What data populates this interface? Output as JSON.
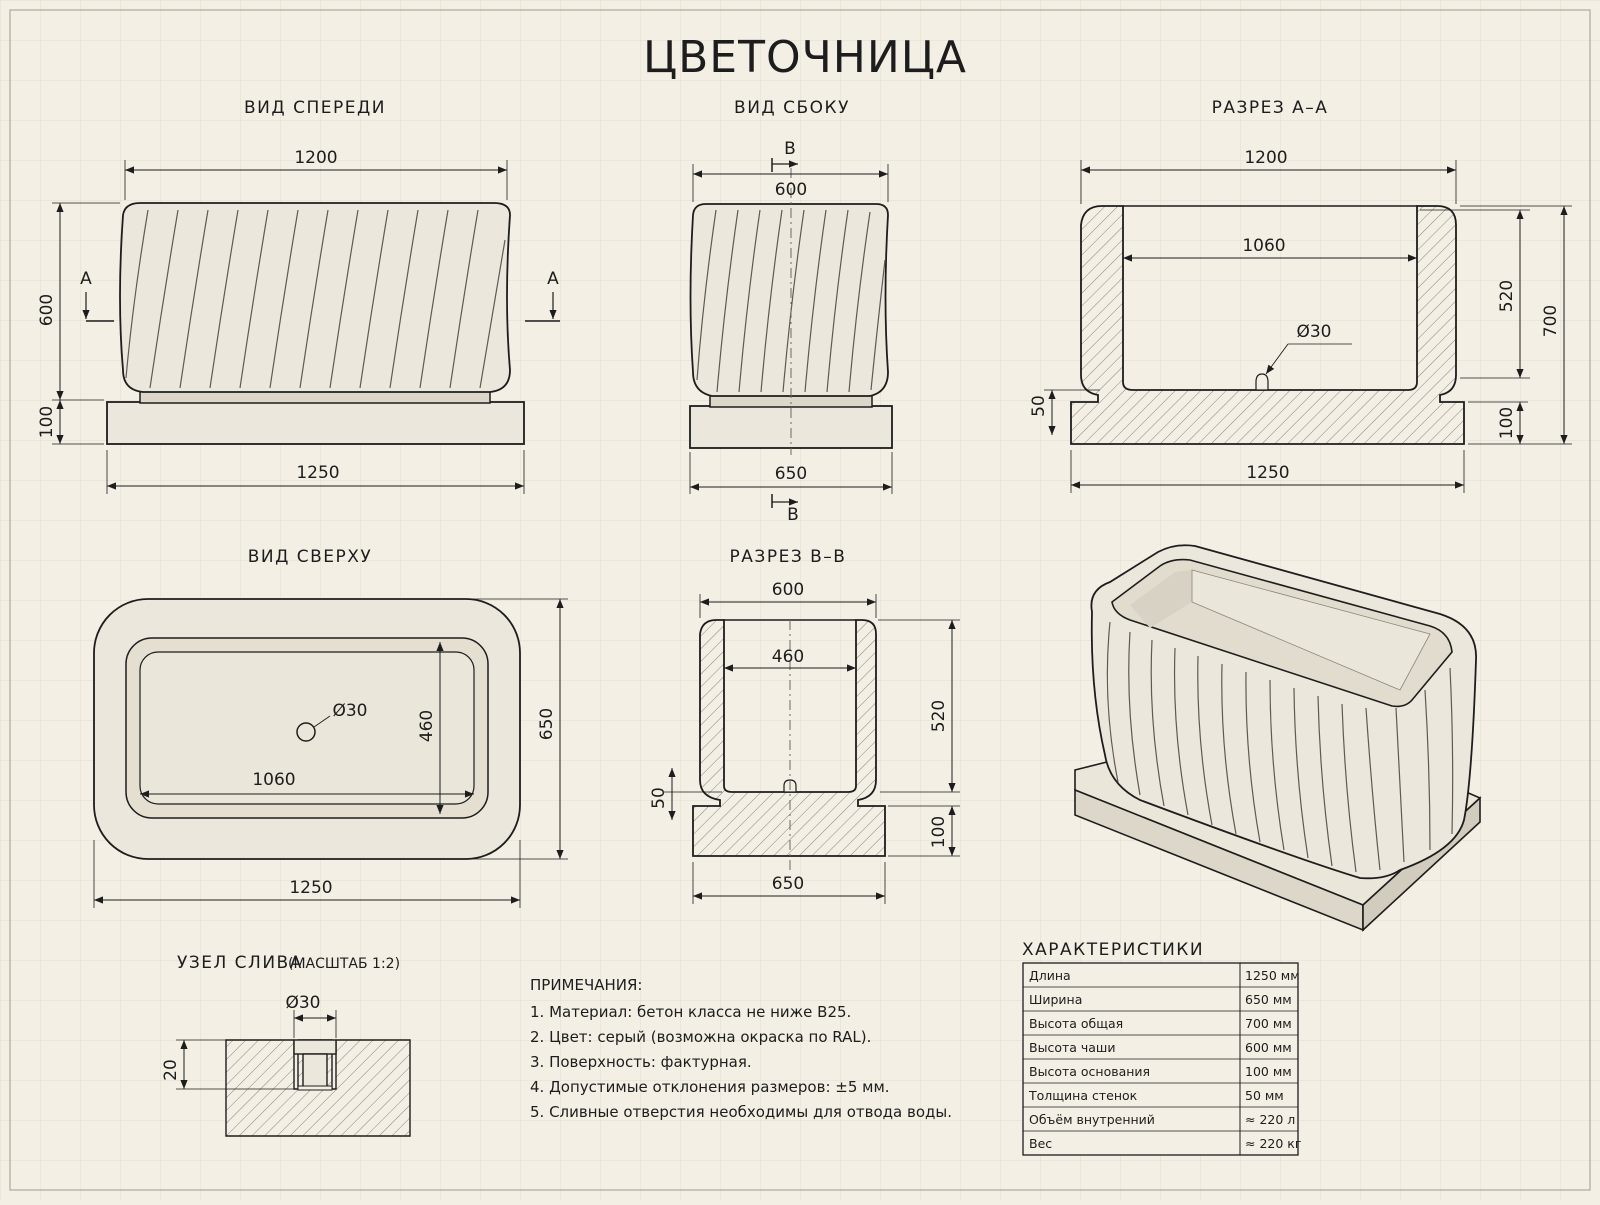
{
  "title": "ЦВЕТОЧНИЦА",
  "views": {
    "front": "ВИД СПЕРЕДИ",
    "side": "ВИД СБОКУ",
    "section_aa": "РАЗРЕЗ А–А",
    "top": "ВИД СВЕРХУ",
    "section_bb": "РАЗРЕЗ В–В"
  },
  "section_markers": {
    "a": "А",
    "b": "В"
  },
  "dims": {
    "front": {
      "width_top": "1200",
      "width_base": "1250",
      "bowl_height": "600",
      "base_height": "100"
    },
    "side": {
      "width_top": "600",
      "width_base": "650"
    },
    "section_aa": {
      "outer_top": "1200",
      "inner": "1060",
      "drain": "Ø30",
      "inner_depth": "520",
      "total_height": "700",
      "bottom": "50",
      "base": "100",
      "base_width": "1250"
    },
    "top": {
      "inner_length": "1060",
      "inner_width": "460",
      "outer_width": "650",
      "outer_length": "1250",
      "drain": "Ø30"
    },
    "section_bb": {
      "outer_top": "600",
      "inner": "460",
      "depth": "520",
      "bottom": "50",
      "base": "100",
      "base_width": "650"
    }
  },
  "drain_detail": {
    "title": "УЗЕЛ СЛИВА",
    "scale": "(МАСШТАБ 1:2)",
    "diameter": "Ø30",
    "depth": "20"
  },
  "notes": {
    "heading": "ПРИМЕЧАНИЯ:",
    "items": [
      "1. Материал: бетон класса не ниже В25.",
      "2. Цвет: серый (возможна окраска по RAL).",
      "3. Поверхность: фактурная.",
      "4. Допустимые отклонения размеров: ±5 мм.",
      "5. Сливные отверстия необходимы для отвода воды."
    ]
  },
  "specs": {
    "heading": "ХАРАКТЕРИСТИКИ",
    "rows": [
      {
        "label": "Длина",
        "value": "1250 мм"
      },
      {
        "label": "Ширина",
        "value": "650 мм"
      },
      {
        "label": "Высота общая",
        "value": "700 мм"
      },
      {
        "label": "Высота чаши",
        "value": "600 мм"
      },
      {
        "label": "Высота основания",
        "value": "100 мм"
      },
      {
        "label": "Толщина стенок",
        "value": "50 мм"
      },
      {
        "label": "Объём внутренний",
        "value": "≈ 220 л"
      },
      {
        "label": "Вес",
        "value": "≈ 220 кг"
      }
    ]
  },
  "colors": {
    "paper": "#f3efe4",
    "concrete": "#ece7dc",
    "line": "#1d1d1d",
    "grid": "#e2dccf"
  }
}
